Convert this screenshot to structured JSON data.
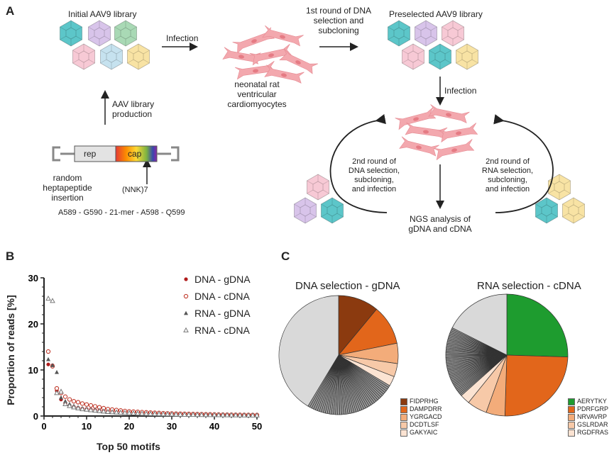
{
  "panels": {
    "a": "A",
    "b": "B",
    "c": "C"
  },
  "top": {
    "initial_library": "Initial AAV9 library",
    "infection1": "Infection",
    "cells_label": [
      "neonatal rat",
      "ventricular",
      "cardiomyocytes"
    ],
    "round1": [
      "1st round of DNA",
      "selection and",
      "subcloning"
    ],
    "preselected": "Preselected AAV9 library",
    "infection2": "Infection",
    "aav_production": [
      "AAV library",
      "production"
    ],
    "rep": "rep",
    "cap": "cap",
    "random_insertion": [
      "random",
      "heptapeptide",
      "insertion"
    ],
    "nnk": "(NNK)7",
    "sequence": "A589 - G590 - 21-mer - A598 - Q599",
    "left_round": [
      "2nd round of",
      "DNA selection,",
      "subcloning,",
      "and infection"
    ],
    "right_round": [
      "2nd  round of",
      "RNA selection,",
      "subcloning,",
      "and infection"
    ],
    "ngs": [
      "NGS analysis of",
      "gDNA and cDNA"
    ],
    "colors": {
      "teal": "#5cc6c9",
      "purple": "#d8c4ea",
      "green": "#a9d9b5",
      "pink": "#f7c9d5",
      "blue": "#c6e2ef",
      "yellow": "#f8e3a4",
      "cell": "#f3a8ae"
    }
  },
  "chart_data": [
    {
      "type": "scatter",
      "xlabel": "Top 50 motifs",
      "ylabel": "Proportion of reads [%]",
      "xlim": [
        0,
        50
      ],
      "ylim": [
        0,
        30
      ],
      "xticks": [
        0,
        10,
        20,
        30,
        40,
        50
      ],
      "yticks": [
        0,
        10,
        20,
        30
      ],
      "legend_position": "top-right",
      "series": [
        {
          "name": "DNA - gDNA",
          "marker": "filled-circle",
          "color": "#b01c1c",
          "values": [
            11.2,
            11.0,
            5.5,
            3.6,
            2.7,
            2.3,
            2.0,
            1.8,
            1.6,
            1.5,
            1.4,
            1.3,
            1.2,
            1.1,
            1.0,
            0.95,
            0.9,
            0.85,
            0.8,
            0.75,
            0.7,
            0.65,
            0.6,
            0.58,
            0.55,
            0.52,
            0.5,
            0.48,
            0.46,
            0.44,
            0.42,
            0.4,
            0.38,
            0.36,
            0.34,
            0.32,
            0.3,
            0.29,
            0.28,
            0.27,
            0.26,
            0.25,
            0.24,
            0.23,
            0.22,
            0.21,
            0.2,
            0.19,
            0.18,
            0.17
          ]
        },
        {
          "name": "DNA - cDNA",
          "marker": "open-circle",
          "color": "#c0392b",
          "values": [
            14.0,
            10.8,
            6.0,
            5.0,
            4.2,
            3.6,
            3.2,
            3.0,
            2.7,
            2.5,
            2.3,
            2.1,
            1.9,
            1.7,
            1.5,
            1.4,
            1.3,
            1.2,
            1.1,
            1.0,
            0.95,
            0.9,
            0.85,
            0.8,
            0.75,
            0.7,
            0.66,
            0.62,
            0.58,
            0.55,
            0.52,
            0.5,
            0.48,
            0.46,
            0.44,
            0.42,
            0.4,
            0.38,
            0.36,
            0.34,
            0.32,
            0.3,
            0.29,
            0.28,
            0.27,
            0.26,
            0.25,
            0.24,
            0.23,
            0.22
          ]
        },
        {
          "name": "RNA - gDNA",
          "marker": "filled-triangle",
          "color": "#555555",
          "values": [
            12.3,
            11.0,
            9.5,
            4.0,
            3.2,
            2.6,
            2.2,
            1.9,
            1.7,
            1.5,
            1.3,
            1.2,
            1.1,
            1.0,
            0.9,
            0.85,
            0.8,
            0.75,
            0.7,
            0.65,
            0.6,
            0.56,
            0.52,
            0.5,
            0.47,
            0.44,
            0.42,
            0.4,
            0.38,
            0.36,
            0.34,
            0.32,
            0.3,
            0.29,
            0.28,
            0.27,
            0.26,
            0.25,
            0.24,
            0.23,
            0.22,
            0.21,
            0.2,
            0.19,
            0.18,
            0.17,
            0.16,
            0.15,
            0.14,
            0.13
          ]
        },
        {
          "name": "RNA - cDNA",
          "marker": "open-triangle",
          "color": "#777777",
          "values": [
            25.5,
            25.0,
            5.0,
            5.3,
            2.6,
            2.2,
            1.9,
            1.7,
            1.5,
            1.4,
            1.3,
            1.2,
            1.1,
            1.0,
            0.9,
            0.85,
            0.8,
            0.75,
            0.7,
            0.65,
            0.6,
            0.56,
            0.52,
            0.5,
            0.47,
            0.44,
            0.42,
            0.4,
            0.38,
            0.36,
            0.34,
            0.32,
            0.3,
            0.29,
            0.28,
            0.27,
            0.26,
            0.25,
            0.24,
            0.23,
            0.22,
            0.21,
            0.2,
            0.19,
            0.18,
            0.17,
            0.16,
            0.15,
            0.14,
            0.13
          ]
        }
      ]
    },
    {
      "type": "pie",
      "title": "DNA selection - gDNA",
      "legend": [
        "FIDPRHG",
        "DAMPDRR",
        "YGRGACD",
        "DCDTLSF",
        "GAKYAIC"
      ],
      "slices": [
        {
          "label": "FIDPRHG",
          "value": 11.0,
          "color": "#8b3a0f"
        },
        {
          "label": "DAMPDRR",
          "value": 10.8,
          "color": "#e2661b"
        },
        {
          "label": "YGRGACD",
          "value": 5.5,
          "color": "#f3ac7a"
        },
        {
          "label": "DCDTLSF",
          "value": 3.6,
          "color": "#f7c9a8"
        },
        {
          "label": "GAKYAIC",
          "value": 2.7,
          "color": "#fbe3d2"
        },
        {
          "label": "",
          "value": 25.0,
          "color": "#9a9a9a",
          "segments": 45
        },
        {
          "label": "",
          "value": 41.4,
          "color": "#d9d9d9"
        }
      ]
    },
    {
      "type": "pie",
      "title": "RNA selection - cDNA",
      "legend": [
        "AERYTKY",
        "PDRFGRP",
        "NRVAVRP",
        "GSLRDAR",
        "RGDFRAS"
      ],
      "slices": [
        {
          "label": "AERYTKY",
          "value": 25.5,
          "color": "#1e9c2f"
        },
        {
          "label": "PDRFGRP",
          "value": 25.0,
          "color": "#e2661b"
        },
        {
          "label": "NRVAVRP",
          "value": 5.0,
          "color": "#f3ac7a"
        },
        {
          "label": "GSLRDAR",
          "value": 5.3,
          "color": "#f7c9a8"
        },
        {
          "label": "RGDFRAS",
          "value": 2.6,
          "color": "#fbe3d2"
        },
        {
          "label": "",
          "value": 19.0,
          "color": "#9a9a9a",
          "segments": 45
        },
        {
          "label": "",
          "value": 17.6,
          "color": "#d9d9d9"
        }
      ]
    }
  ]
}
